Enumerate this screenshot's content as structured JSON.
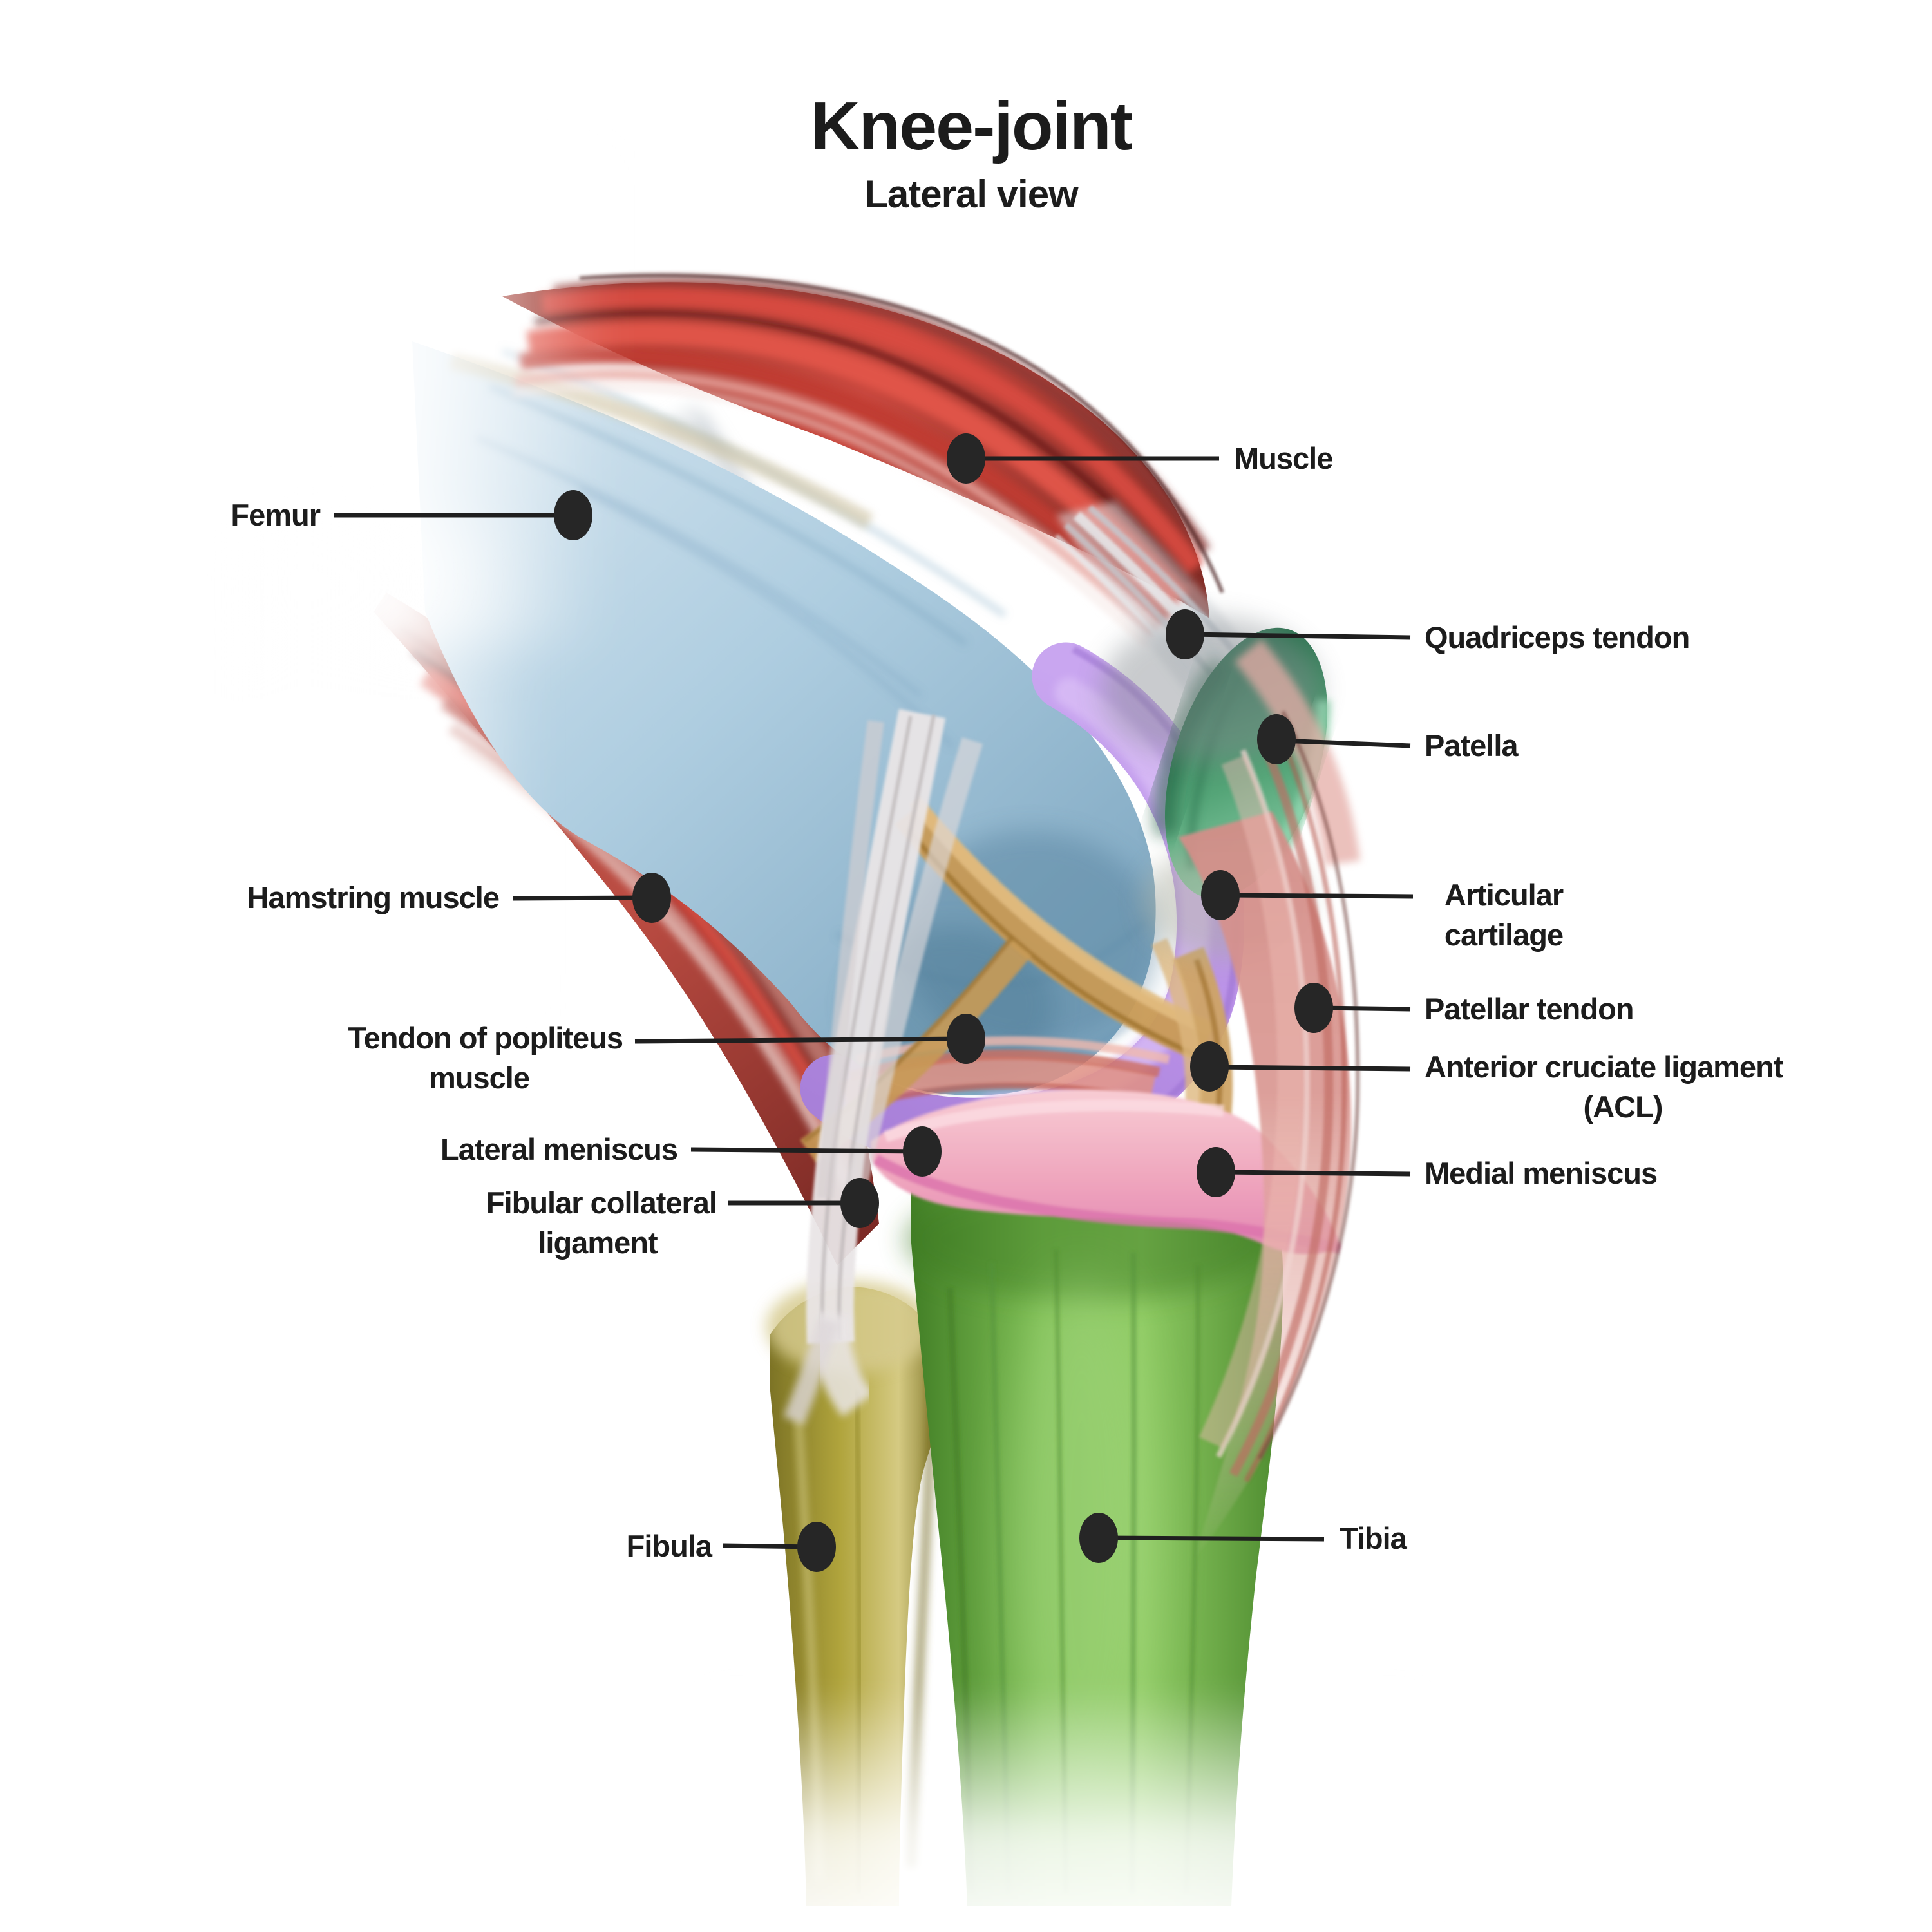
{
  "title": {
    "main": "Knee-joint",
    "subtitle": "Lateral view"
  },
  "labels": {
    "femur": "Femur",
    "muscle": "Muscle",
    "hamstring_muscle": "Hamstring muscle",
    "quadriceps_tendon": "Quadriceps tendon",
    "patella": "Patella",
    "articular_cartilage_line1": "Articular",
    "articular_cartilage_line2": "cartilage",
    "patellar_tendon": "Patellar tendon",
    "acl_line1": "Anterior cruciate ligament",
    "acl_line2": "(ACL)",
    "medial_meniscus": "Medial meniscus",
    "tendon_popliteus_line1": "Tendon of popliteus",
    "tendon_popliteus_line2": "muscle",
    "lateral_meniscus": "Lateral meniscus",
    "fibular_collateral_line1": "Fibular collateral",
    "fibular_collateral_line2": "ligament",
    "fibula": "Fibula",
    "tibia": "Tibia"
  },
  "colors": {
    "background": "#ffffff",
    "label_text": "#1c1c1c",
    "leader_line": "#1f1f1f",
    "femur_blue": "#aecde0",
    "muscle_red": "#c8473d",
    "muscle_dark": "#7e2a24",
    "hamstring_red": "#c04a41",
    "patella_green": "#3f8f63",
    "articular_cartilage_purple": "#bb93e8",
    "quadriceps_tendon_gray": "#c6cbd0",
    "popliteus_tendon_tan": "#c89a55",
    "collateral_ligament_white": "#e7e3e4",
    "meniscus_pink": "#ee9cb8",
    "meniscus_rim_magenta": "#dc74ad",
    "tibia_green": "#76b84b",
    "fibula_olive": "#b2a63e",
    "patellar_tendon_rose": "#d9918c"
  }
}
